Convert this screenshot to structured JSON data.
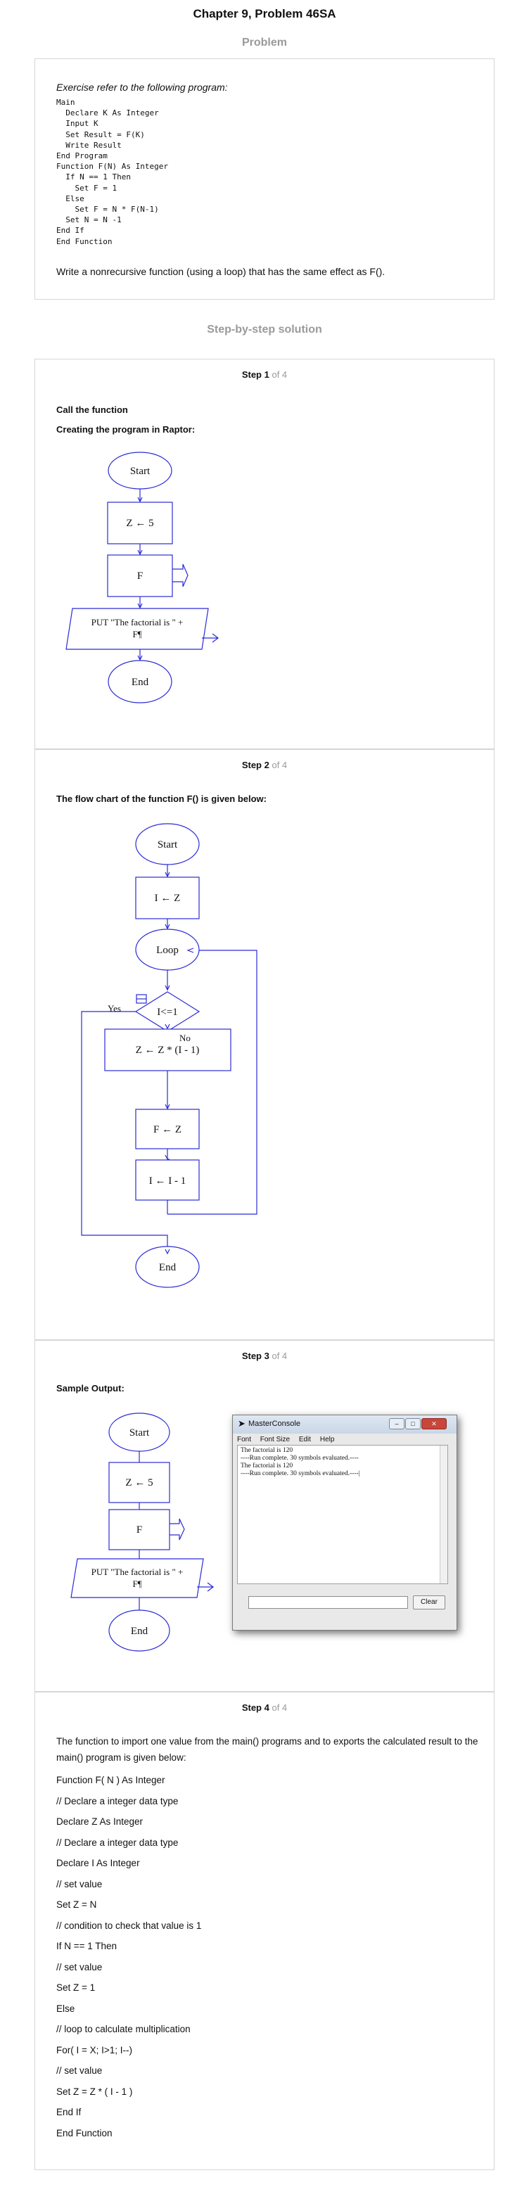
{
  "page": {
    "title": "Chapter 9, Problem 46SA",
    "problem_label": "Problem",
    "solution_label": "Step-by-step solution"
  },
  "problem": {
    "intro": "Exercise refer to the following program:",
    "code": "Main\n  Declare K As Integer\n  Input K\n  Set Result = F(K)\n  Write Result\nEnd Program\nFunction F(N) As Integer\n  If N == 1 Then\n    Set F = 1\n  Else\n    Set F = N * F(N-1)\n  Set N = N -1\nEnd If\nEnd Function",
    "question": "Write a nonrecursive function (using a loop) that has the same effect as F()."
  },
  "steps": [
    {
      "label": "Step 1",
      "of": "of 4",
      "heading1": "Call the function",
      "heading2": "Creating the program in Raptor:",
      "flow": {
        "start": "Start",
        "assign": "Z ← 5",
        "call": "F",
        "output_line1": "PUT \"The factorial is \" +",
        "output_line2": "F¶",
        "end": "End"
      }
    },
    {
      "label": "Step 2",
      "of": "of 4",
      "heading": "The flow chart of the function F() is given below:",
      "flow": {
        "start": "Start",
        "assign1": "I ← Z",
        "loop": "Loop",
        "condition": "I<=1",
        "yes": "Yes",
        "no": "No",
        "multiply": "Z ← Z  *  (I - 1)",
        "assign2": "F ← Z",
        "decrement": "I ← I - 1",
        "end": "End"
      }
    },
    {
      "label": "Step 3",
      "of": "of 4",
      "heading": "Sample Output:",
      "flow": {
        "start": "Start",
        "assign": "Z ← 5",
        "call": "F",
        "output_line1": "PUT \"The factorial is \" +",
        "output_line2": "F¶",
        "end": "End"
      },
      "console": {
        "title": "MasterConsole",
        "menu": [
          "Font",
          "Font Size",
          "Edit",
          "Help"
        ],
        "output": [
          "The factorial is 120",
          "----Run complete.  30 symbols evaluated.----",
          "The factorial is 120",
          "----Run complete.  30 symbols evaluated.----|"
        ],
        "clear_label": "Clear"
      }
    },
    {
      "label": "Step 4",
      "of": "of 4",
      "intro": "The function to import one value from the main() programs and to exports the calculated result to the main() program is given below:",
      "lines": [
        "Function F( N ) As Integer",
        "// Declare a integer data type",
        "Declare Z As Integer",
        "// Declare a integer data type",
        "Declare I As Integer",
        "// set value",
        "Set Z = N",
        "// condition to check that value is 1",
        "If N == 1 Then",
        "// set value",
        "Set Z = 1",
        "Else",
        "// loop to calculate multiplication",
        "For( I = X; I>1; I--)",
        "// set value",
        "Set Z = Z * ( I - 1 )",
        "End If",
        "End Function"
      ]
    }
  ],
  "colors": {
    "flow_stroke": "#2b2bd6",
    "label_gray": "#9a9a9a",
    "border": "#d6d6d6"
  }
}
